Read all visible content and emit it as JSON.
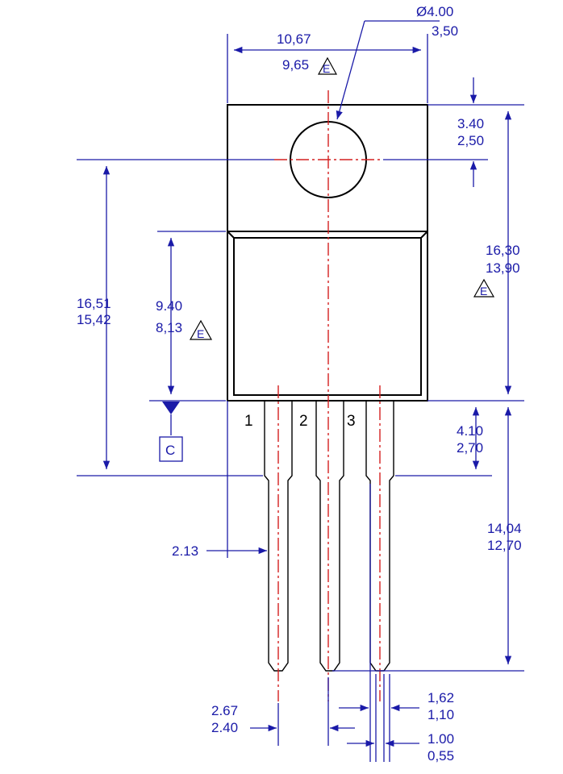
{
  "dimensions": {
    "hole_dia_max": "Ø4.00",
    "hole_dia_min": "3,50",
    "body_width_max": "10,67",
    "body_width_min": "9,65",
    "hole_pos_max": "3.40",
    "hole_pos_min": "2,50",
    "body_length_max": "16,30",
    "body_length_min": "13,90",
    "overall_height_max": "16,51",
    "overall_height_min": "15,42",
    "molded_height_max": "9.40",
    "molded_height_min": "8,13",
    "lead_shoulder_max": "4.10",
    "lead_shoulder_min": "2,70",
    "lead_length_max": "14,04",
    "lead_length_min": "12,70",
    "lead_offset": "2.13",
    "lead_pitch_max": "2.67",
    "lead_pitch_min": "2.40",
    "lead_width_max": "1,62",
    "lead_width_min": "1,10",
    "lead_tip_max": "1.00",
    "lead_tip_min": "0,55"
  },
  "notes": {
    "note_e": "E",
    "datum_c": "C"
  },
  "pins": [
    "1",
    "2",
    "3"
  ],
  "colors": {
    "dimension": "#1a1aa8",
    "centerline": "#d42020",
    "outline": "#000000"
  }
}
